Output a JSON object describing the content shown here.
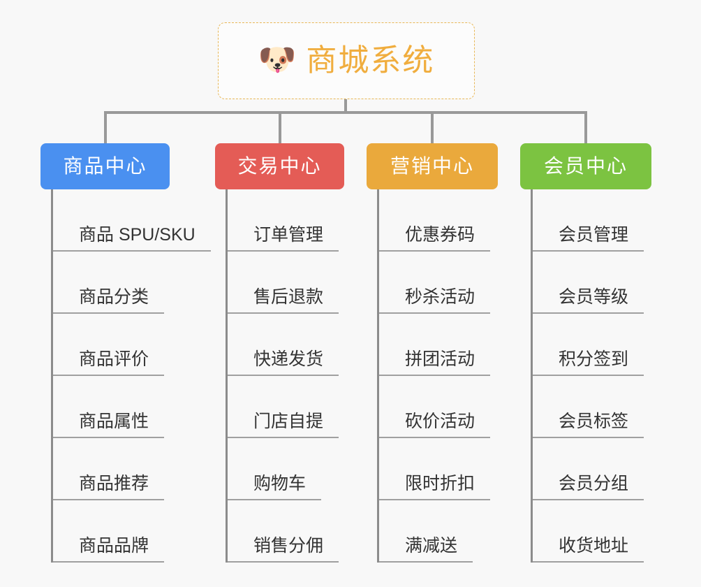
{
  "background_color": "#f8f8f8",
  "root": {
    "icon": "shiba-dog-face-emoji",
    "emoji": "🐶",
    "title": "商城系统",
    "border_color": "#e8b756",
    "text_color": "#f0ad3e"
  },
  "connector_color": "#999999",
  "columns": [
    {
      "key": "product",
      "title": "商品中心",
      "color": "#4a90f0",
      "items": [
        "商品 SPU/SKU",
        "商品分类",
        "商品评价",
        "商品属性",
        "商品推荐",
        "商品品牌"
      ]
    },
    {
      "key": "trade",
      "title": "交易中心",
      "color": "#e45c56",
      "items": [
        "订单管理",
        "售后退款",
        "快递发货",
        "门店自提",
        "购物车",
        "销售分佣"
      ]
    },
    {
      "key": "marketing",
      "title": "营销中心",
      "color": "#eaa93c",
      "items": [
        "优惠券码",
        "秒杀活动",
        "拼团活动",
        "砍价活动",
        "限时折扣",
        "满减送"
      ]
    },
    {
      "key": "member",
      "title": "会员中心",
      "color": "#7cc341",
      "items": [
        "会员管理",
        "会员等级",
        "积分签到",
        "会员标签",
        "会员分组",
        "收货地址"
      ]
    }
  ]
}
